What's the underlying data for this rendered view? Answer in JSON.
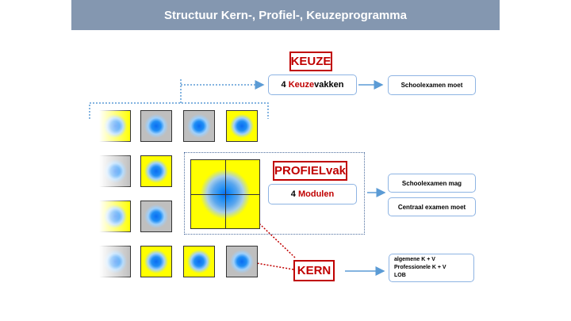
{
  "title": "Structuur Kern-, Profiel-, Keuzeprogramma",
  "keuze": {
    "label": "KEUZE",
    "box_number": "4",
    "box_red": "Keuze",
    "box_rest": "vakken",
    "result": "Schoolexamen moet"
  },
  "profiel": {
    "label": "PROFIELvak",
    "box_number": "4",
    "box_red": "Modulen",
    "results": [
      "Schoolexamen mag",
      "Centraal examen moet"
    ]
  },
  "kern": {
    "label": "KERN",
    "result_lines": [
      "algemene K + V",
      "Professionele  K + V",
      "LOB"
    ]
  },
  "squares": {
    "row1": [
      "yellow-faded",
      "gray",
      "gray",
      "yellow"
    ],
    "row2": [
      "gray-faded",
      "yellow"
    ],
    "row3": [
      "yellow-faded",
      "gray"
    ],
    "row4": [
      "gray-faded",
      "yellow",
      "yellow",
      "gray"
    ]
  },
  "colors": {
    "title_bar": "#8497b0",
    "red_accent": "#c00000",
    "box_border": "#8eb4e3",
    "arrow": "#5b9bd5",
    "square_yellow": "#ffff00",
    "square_gray": "#bfbfbf",
    "blob_blue": "#0a6cf2"
  }
}
